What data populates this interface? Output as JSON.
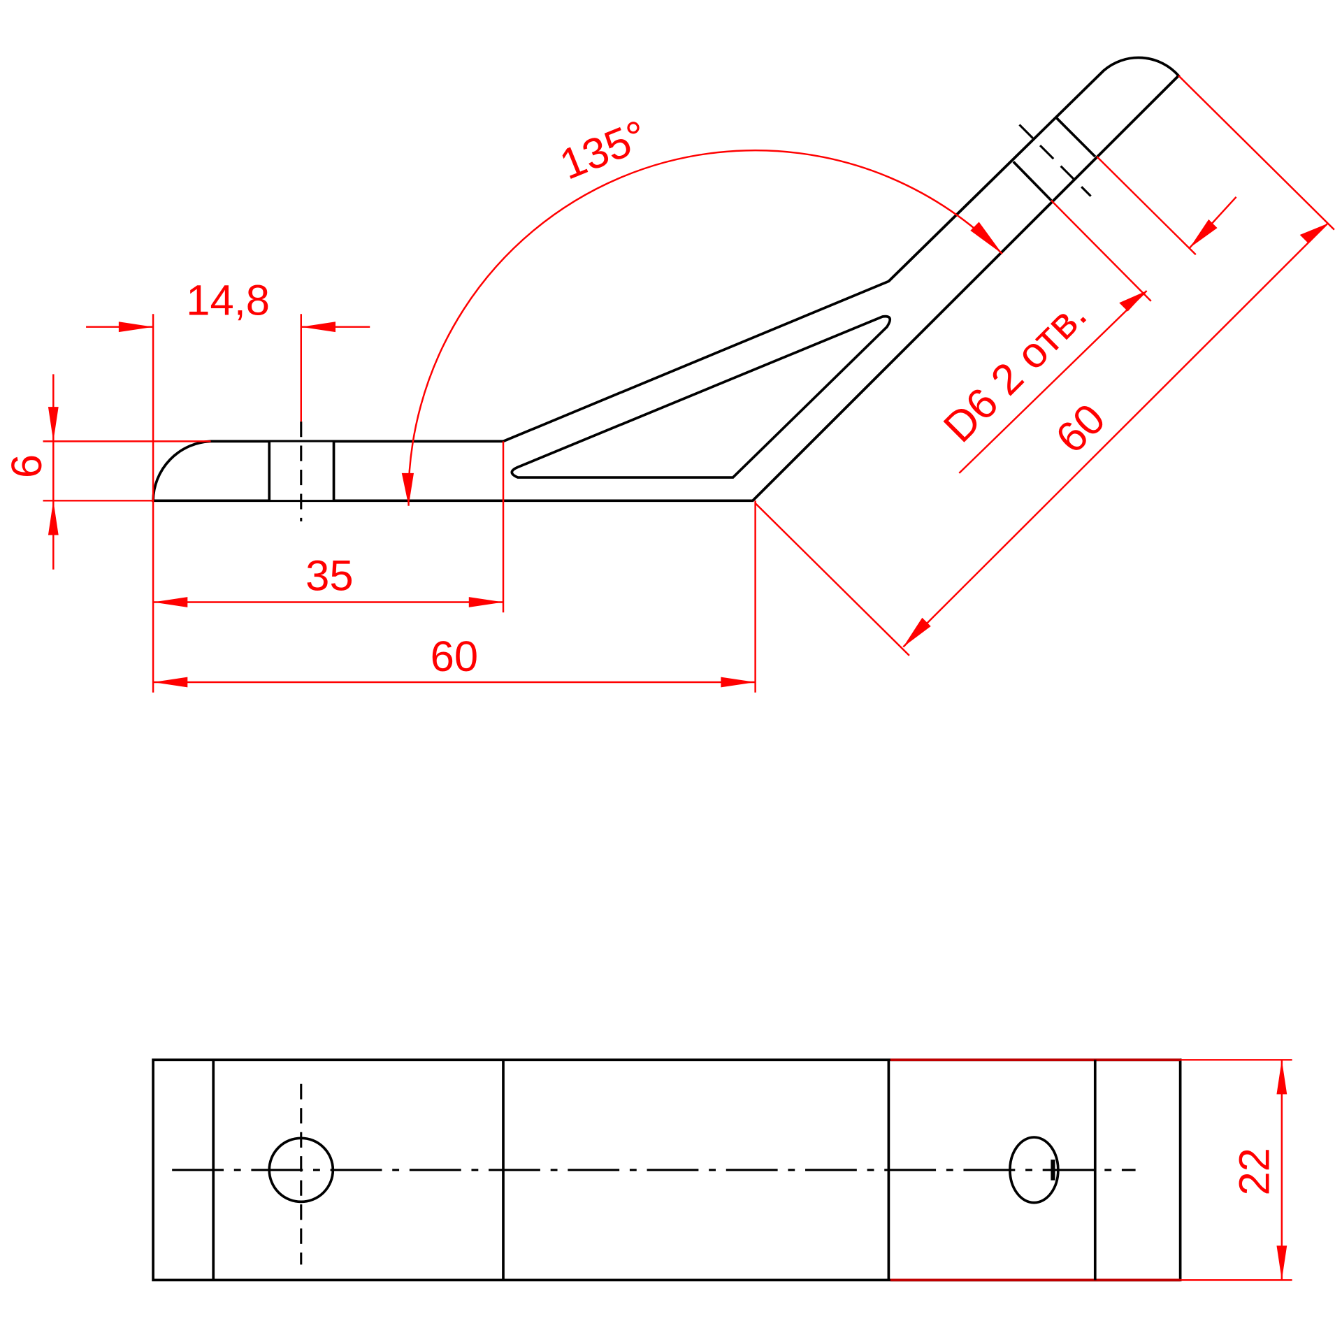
{
  "drawing": {
    "colors": {
      "geometry": "#000000",
      "dimensions": "#ff0000"
    },
    "section_view": {
      "dim_hole_offset": "14,8",
      "dim_thickness": "6",
      "dim_rib_start": "35",
      "dim_horizontal_length": "60",
      "dim_angle": "135°",
      "dim_hole_diameter": "D6 2 отв.",
      "dim_arm_length": "60"
    },
    "plan_view": {
      "dim_width": "22"
    }
  }
}
